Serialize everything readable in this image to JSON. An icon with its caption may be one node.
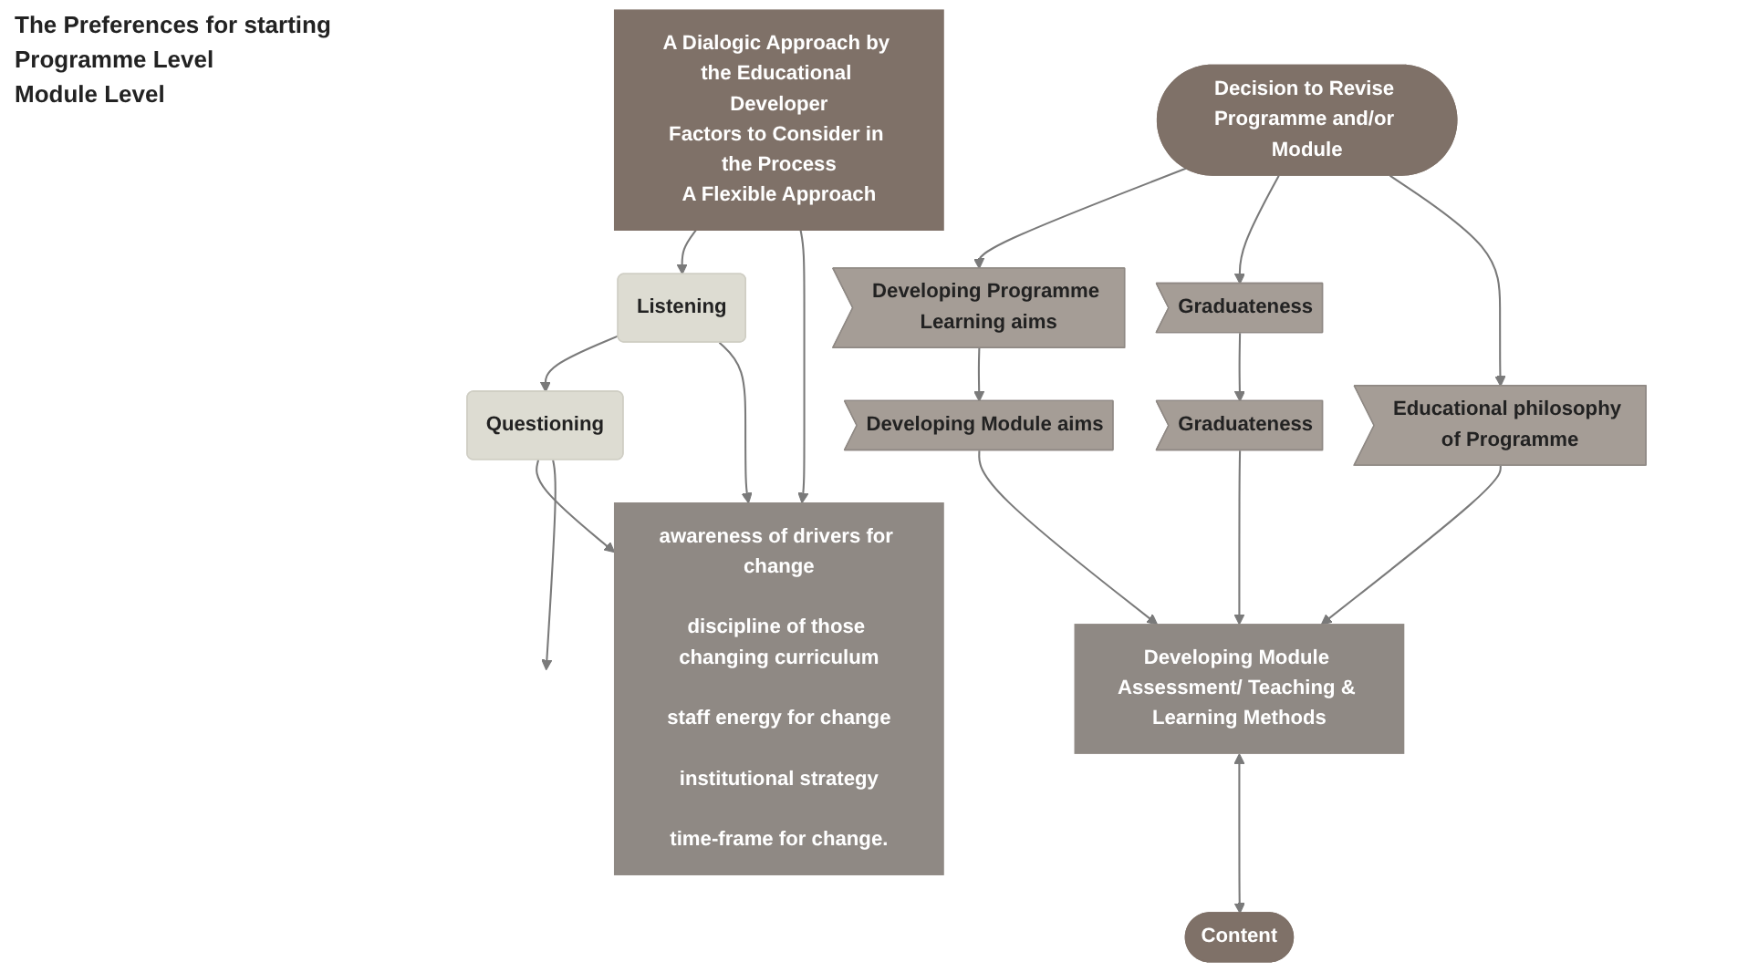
{
  "diagram": {
    "nodes": [
      {
        "text": [
          "Decision to Revise Programme and/or Module"
        ]
      },
      {
        "text": [
          "A Dialogic Approach by the Educational Developer",
          "Factors to Consider in the Process",
          "A Flexible Approach"
        ]
      },
      {
        "text": [
          "Listening"
        ]
      },
      {
        "text": [
          "Questioning"
        ]
      },
      {
        "text": [
          "awareness of drivers for change",
          "discipline of those changing curriculum",
          "staff energy for change",
          "institutional strategy",
          "time-frame for change."
        ]
      },
      {
        "text": [
          "Developing Programme Learning aims"
        ]
      },
      {
        "text": [
          "Graduateness"
        ]
      },
      {
        "text": [
          "Educational philosophy of Programme"
        ]
      },
      {
        "text": [
          "Developing Module aims"
        ]
      },
      {
        "text": [
          "Graduateness"
        ]
      },
      {
        "text": [
          "Developing Module Assessment/ Teaching & Learning Methods"
        ]
      },
      {
        "text": [
          "Content"
        ]
      }
    ],
    "edges": [
      {
        "from": 1,
        "to": 2,
        "arrow": "to"
      },
      {
        "from": 1,
        "to": 4,
        "arrow": "to"
      },
      {
        "from": 2,
        "to": 3,
        "arrow": "to"
      },
      {
        "from": 2,
        "to": 4,
        "arrow": "to"
      },
      {
        "from": 3,
        "to": 4,
        "arrow": "to"
      },
      {
        "from": 3,
        "to": null,
        "arrow": "to"
      },
      {
        "from": 0,
        "to": 5,
        "arrow": "to"
      },
      {
        "from": 0,
        "to": 6,
        "arrow": "to"
      },
      {
        "from": 0,
        "to": 7,
        "arrow": "to"
      },
      {
        "from": 5,
        "to": 8,
        "arrow": "to"
      },
      {
        "from": 6,
        "to": 9,
        "arrow": "to"
      },
      {
        "from": 8,
        "to": 10,
        "arrow": "to"
      },
      {
        "from": 9,
        "to": 10,
        "arrow": "to"
      },
      {
        "from": 7,
        "to": 10,
        "arrow": "to"
      },
      {
        "from": 10,
        "to": 11,
        "arrow": "both"
      }
    ],
    "labels": [
      "The Preferences for starting",
      "Programme Level",
      "Module Level"
    ]
  }
}
